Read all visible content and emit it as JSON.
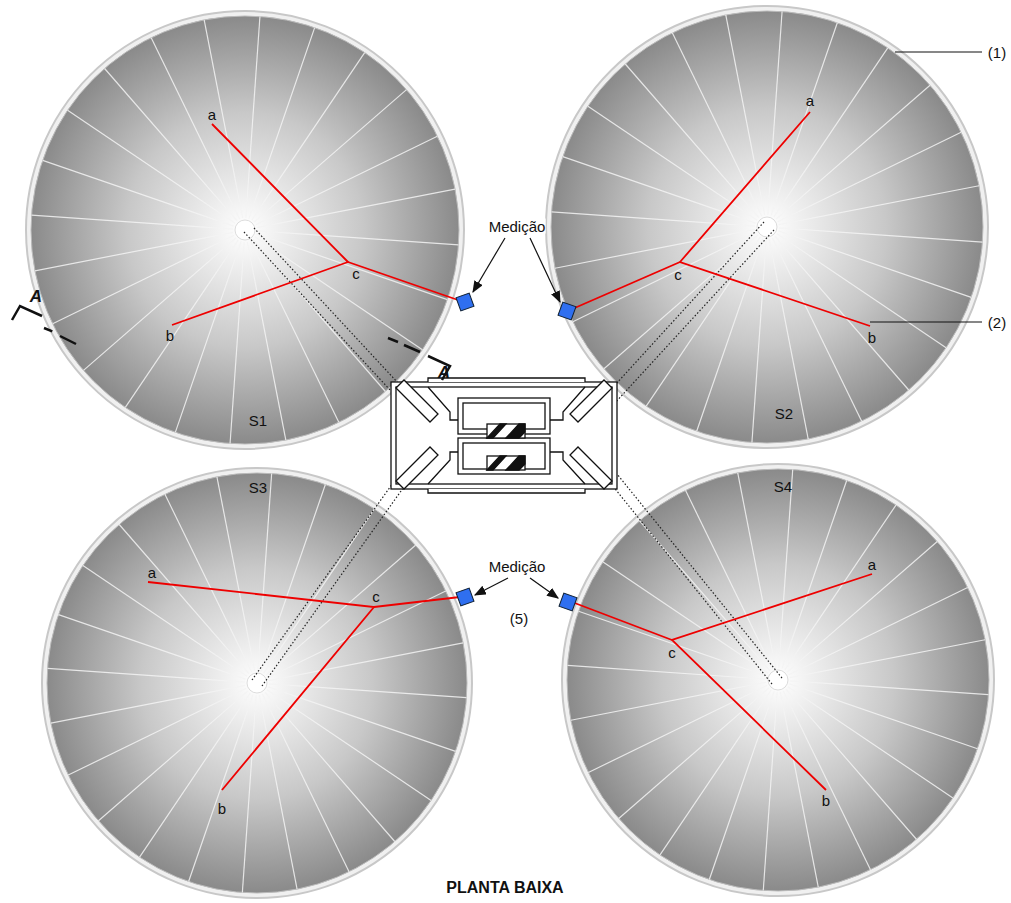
{
  "diagram": {
    "caption": "PLANTA BAIXA",
    "nodes": [
      {
        "text": [
          "S1"
        ]
      },
      {
        "text": [
          "S2"
        ]
      },
      {
        "text": [
          "S3"
        ]
      },
      {
        "text": [
          "S4"
        ]
      }
    ],
    "labels": [
      "A",
      "A",
      "a",
      "b",
      "c",
      "(1)",
      "a",
      "c",
      "b",
      "(2)",
      "Medição",
      "Medição",
      "a",
      "c",
      "b",
      "(5)",
      "a",
      "c",
      "b"
    ]
  }
}
